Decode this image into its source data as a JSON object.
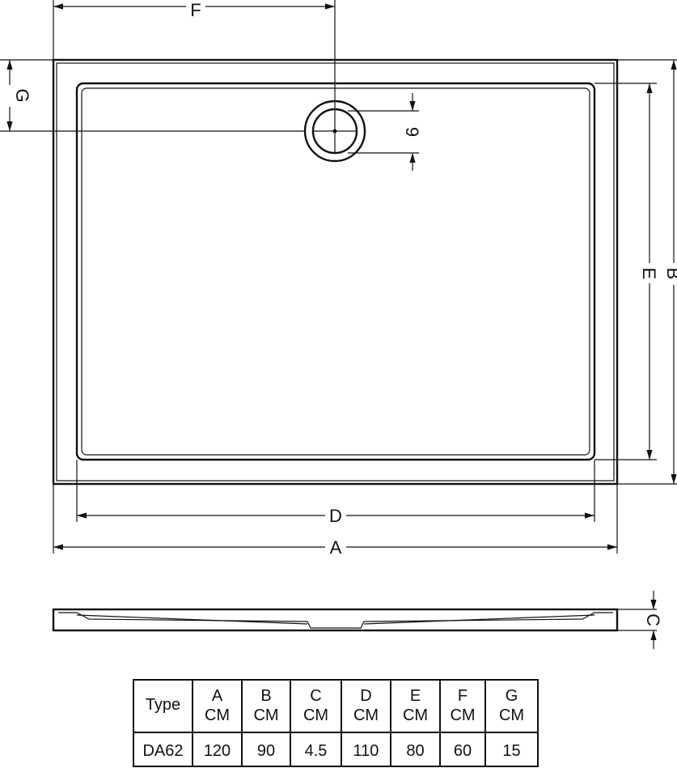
{
  "drawing": {
    "top_view_labels": {
      "F": "F",
      "G": "G",
      "drain": "9",
      "E": "E",
      "B": "B",
      "D": "D",
      "A": "A"
    },
    "side_view_labels": {
      "C": "C"
    }
  },
  "table": {
    "headers": [
      {
        "line1": "Type",
        "line2": ""
      },
      {
        "line1": "A",
        "line2": "CM"
      },
      {
        "line1": "B",
        "line2": "CM"
      },
      {
        "line1": "C",
        "line2": "CM"
      },
      {
        "line1": "D",
        "line2": "CM"
      },
      {
        "line1": "E",
        "line2": "CM"
      },
      {
        "line1": "F",
        "line2": "CM"
      },
      {
        "line1": "G",
        "line2": "CM"
      }
    ],
    "rows": [
      [
        "DA62",
        "120",
        "90",
        "4.5",
        "110",
        "80",
        "60",
        "15"
      ]
    ]
  }
}
